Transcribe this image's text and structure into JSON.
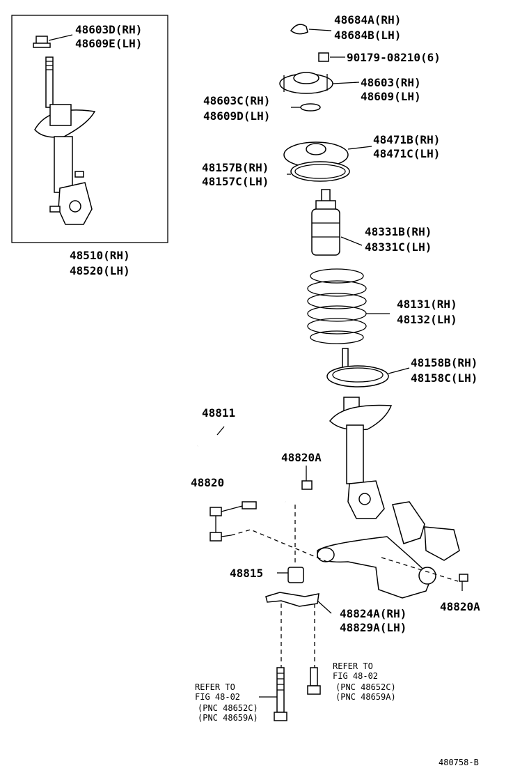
{
  "labels": {
    "p48603D": "48603D(RH)",
    "p48609E": "48609E(LH)",
    "p48510": "48510(RH)",
    "p48520": "48520(LH)",
    "p48684A": "48684A(RH)",
    "p48684B": "48684B(LH)",
    "p90179": "90179-08210(6)",
    "p48603": "48603(RH)",
    "p48609": "48609(LH)",
    "p48603C": "48603C(RH)",
    "p48609D": "48609D(LH)",
    "p48471B": "48471B(RH)",
    "p48471C": "48471C(LH)",
    "p48157B": "48157B(RH)",
    "p48157C": "48157C(LH)",
    "p48331B": "48331B(RH)",
    "p48331C": "48331C(LH)",
    "p48131": "48131(RH)",
    "p48132": "48132(LH)",
    "p48158B": "48158B(RH)",
    "p48158C": "48158C(LH)",
    "p48811": "48811",
    "p48820A_top": "48820A",
    "p48820": "48820",
    "p48815": "48815",
    "p48824A": "48824A(RH)",
    "p48829A": "48829A(LH)",
    "p48820A_right": "48820A"
  },
  "refers": {
    "right": {
      "line1": "REFER TO",
      "line2": "FIG 48-02",
      "line3": "(PNC 48652C)",
      "line4": "(PNC 48659A)"
    },
    "left": {
      "line1": "REFER TO",
      "line2": "FIG 48-02",
      "line3": "(PNC 48652C)",
      "line4": "(PNC 48659A)"
    }
  },
  "figure_id": "480758-B"
}
